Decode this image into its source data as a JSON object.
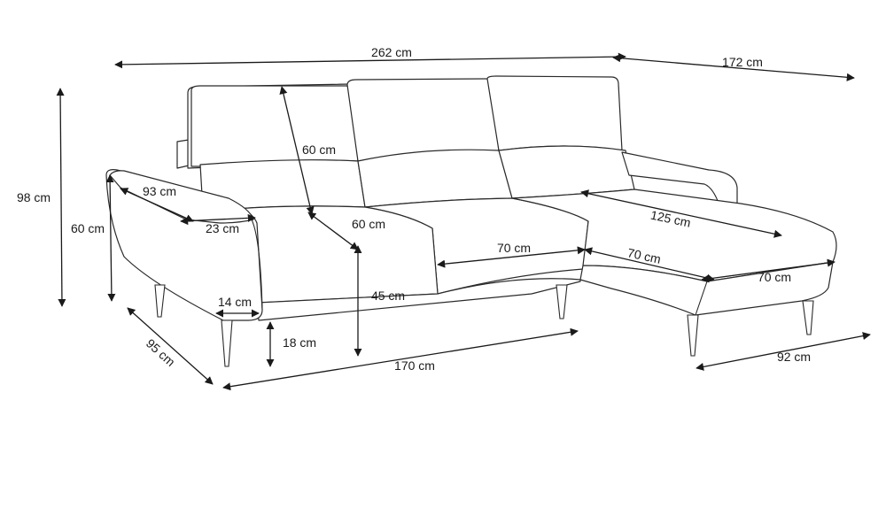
{
  "dimensions": {
    "total_width": "262 cm",
    "chaise_depth_total": "172 cm",
    "total_height": "98 cm",
    "arm_height": "60 cm",
    "arm_length": "93 cm",
    "arm_width": "23 cm",
    "arm_leg_offset": "14 cm",
    "back_height": "60 cm",
    "seat_depth": "60 cm",
    "seat_height": "45 cm",
    "leg_height": "18 cm",
    "depth": "95 cm",
    "base_width": "170 cm",
    "cushion_width": "70 cm",
    "chaise_length": "125 cm",
    "chaise_cushion_width": "70 cm",
    "chaise_end_width": "70 cm",
    "chaise_width": "92 cm"
  }
}
